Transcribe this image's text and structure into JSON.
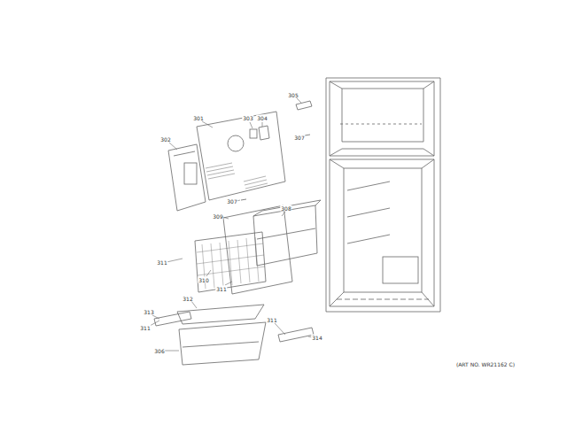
{
  "diagram": {
    "labels": [
      "305",
      "301",
      "303",
      "304",
      "302",
      "307",
      "307",
      "308",
      "309",
      "311",
      "310",
      "311",
      "312",
      "313",
      "311",
      "311",
      "314",
      "306",
      "(ART NO. WR21162 C)"
    ]
  }
}
